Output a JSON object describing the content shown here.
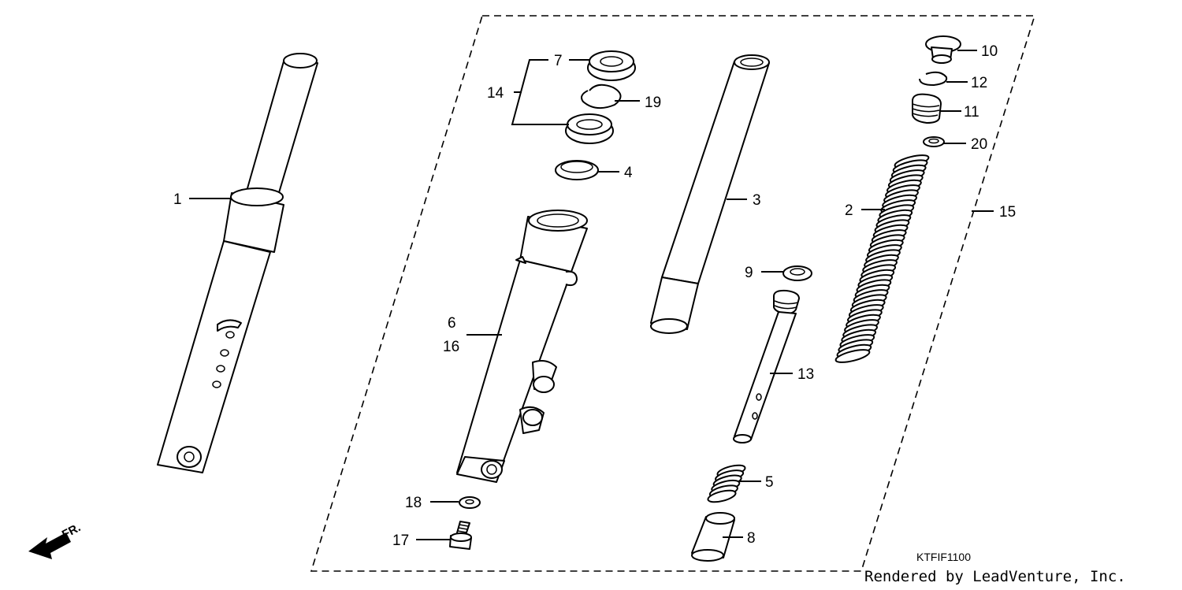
{
  "labels": {
    "l1": "1",
    "l2": "2",
    "l3": "3",
    "l4": "4",
    "l5": "5",
    "l6": "6",
    "l7": "7",
    "l8": "8",
    "l9": "9",
    "l10": "10",
    "l11": "11",
    "l12": "12",
    "l13": "13",
    "l14": "14",
    "l15": "15",
    "l16": "16",
    "l17": "17",
    "l18": "18",
    "l19": "19",
    "l20": "20"
  },
  "diagram_code": "KTFIF1100",
  "credit": "Rendered by LeadVenture, Inc.",
  "direction_label": "FR."
}
